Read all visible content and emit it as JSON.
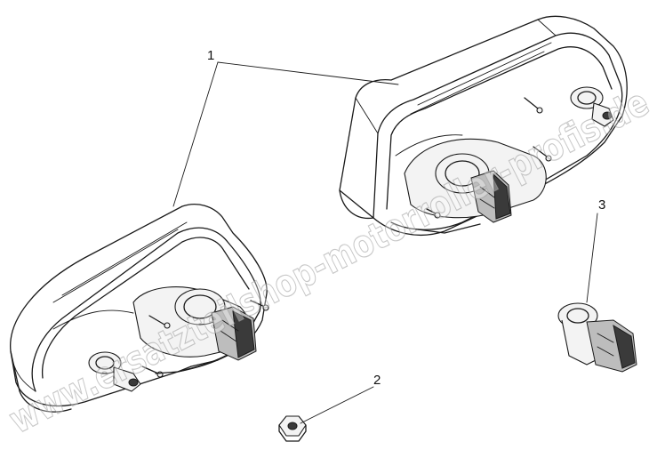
{
  "callouts": {
    "one": "1",
    "two": "2",
    "three": "3"
  },
  "watermark": "www.ersatzteilshop-motorroller-profis.de"
}
